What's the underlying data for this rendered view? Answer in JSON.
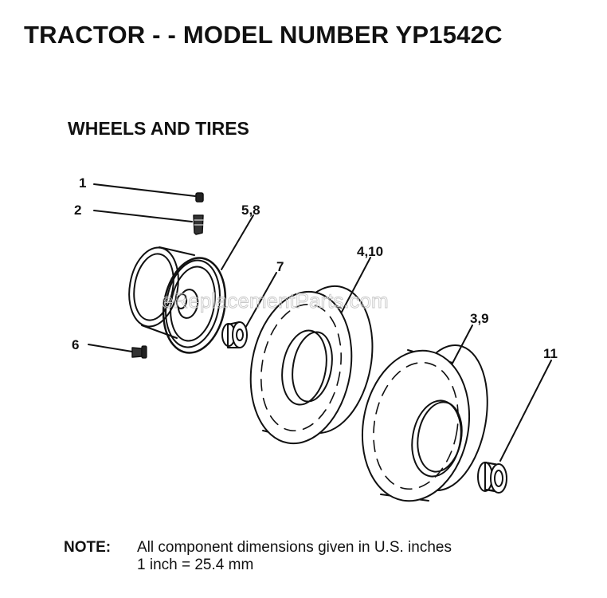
{
  "header": {
    "title": "TRACTOR - - MODEL NUMBER YP1542C"
  },
  "section": {
    "title": "WHEELS AND TIRES"
  },
  "callouts": {
    "c1": "1",
    "c2": "2",
    "c58": "5,8",
    "c7": "7",
    "c6": "6",
    "c410": "4,10",
    "c39": "3,9",
    "c11": "11"
  },
  "watermark": {
    "text": "eReplacementParts.com"
  },
  "note": {
    "label": "NOTE:",
    "line1": "All component dimensions given in U.S. inches",
    "line2": "1 inch = 25.4 mm"
  },
  "colors": {
    "ink": "#111111",
    "watermark": "#c8c8c8",
    "background": "#ffffff"
  }
}
